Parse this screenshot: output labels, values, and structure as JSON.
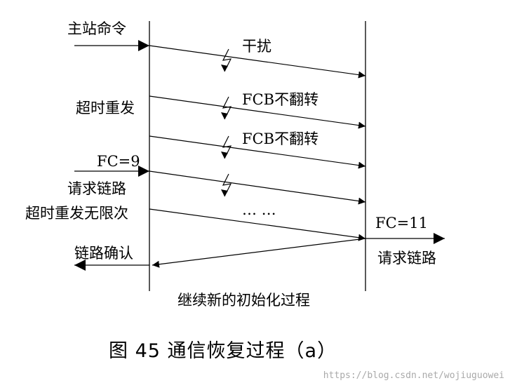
{
  "labels": {
    "master_command": "主站命令",
    "interference": "干扰",
    "timeout_resend": "超时重发",
    "fcb_not_flipped_1": "FCB不翻转",
    "fcb_not_flipped_2": "FCB不翻转",
    "fc9": "FC=9",
    "request_link_left": "请求链路",
    "timeout_resend_unlimited": "超时重发无限次",
    "ellipsis": "… …",
    "fc11": "FC=11",
    "request_link_right": "请求链路",
    "link_confirm": "链路确认",
    "continue_init": "继续新的初始化过程"
  },
  "caption": "图 45 通信恢复过程（a）",
  "watermark": "https://blog.csdn.net/wojiuguowei",
  "colors": {
    "line": "#000000",
    "text": "#000000",
    "watermark": "#a9a9a9"
  }
}
